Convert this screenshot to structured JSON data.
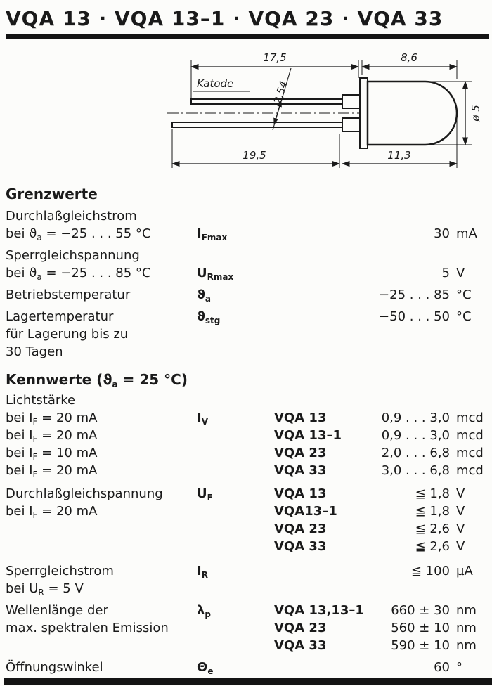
{
  "title": "VQA 13 · VQA 13–1 · VQA 23 · VQA 33",
  "drawing": {
    "katode": "Katode",
    "dim_top_lead": "17,5",
    "dim_body_width": "8,6",
    "dim_lead_pitch": "2,54",
    "dim_bottom_lead": "19,5",
    "dim_body_length": "11,3",
    "dim_diameter": "ø 5"
  },
  "grenzwerte": {
    "heading": "Grenzwerte",
    "rows": [
      {
        "lines": [
          {
            "pre": "Durchlaßgleichstrom"
          },
          {
            "pre": "bei ϑ",
            "sub": "a",
            "post": " = −25 . . . 55 °C"
          }
        ],
        "sym": {
          "main": "I",
          "sub": "Fmax"
        },
        "val": "30",
        "unit": "mA"
      },
      {
        "lines": [
          {
            "pre": "Sperrgleichspannung"
          },
          {
            "pre": "bei ϑ",
            "sub": "a",
            "post": " = −25 . . . 85 °C"
          }
        ],
        "sym": {
          "main": "U",
          "sub": "Rmax"
        },
        "val": "5",
        "unit": "V"
      },
      {
        "lines": [
          {
            "pre": "Betriebstemperatur"
          }
        ],
        "sym": {
          "main": "ϑ",
          "sub": "a"
        },
        "val": "−25 . . . 85",
        "unit": "°C"
      },
      {
        "lines": [
          {
            "pre": "Lagertemperatur"
          },
          {
            "pre": "für Lagerung bis zu"
          },
          {
            "pre": "30 Tagen"
          }
        ],
        "sym": {
          "main": "ϑ",
          "sub": "stg"
        },
        "val": "−50 . . . 50",
        "unit": "°C"
      }
    ]
  },
  "kennwerte": {
    "heading": {
      "pre": "Kennwerte (ϑ",
      "sub": "a",
      "post": " = 25 °C)"
    },
    "lichtstaerke": {
      "title": "Lichtstärke",
      "sym": {
        "main": "I",
        "sub": "V"
      },
      "rows": [
        {
          "cond": {
            "pre": "bei I",
            "sub": "F",
            "post": " = 20 mA"
          },
          "variant": "VQA 13",
          "val": "0,9 . . . 3,0",
          "unit": "mcd"
        },
        {
          "cond": {
            "pre": "bei I",
            "sub": "F",
            "post": " = 20 mA"
          },
          "variant": "VQA 13–1",
          "val": "0,9 . . . 3,0",
          "unit": "mcd"
        },
        {
          "cond": {
            "pre": "bei I",
            "sub": "F",
            "post": " = 10 mA"
          },
          "variant": "VQA 23",
          "val": "2,0 . . . 6,8",
          "unit": "mcd"
        },
        {
          "cond": {
            "pre": "bei I",
            "sub": "F",
            "post": " = 20 mA"
          },
          "variant": "VQA 33",
          "val": "3,0 . . . 6,8",
          "unit": "mcd"
        }
      ]
    },
    "durchlass": {
      "lines": [
        {
          "pre": "Durchlaßgleichspannung"
        },
        {
          "pre": "bei I",
          "sub": "F",
          "post": " = 20 mA"
        }
      ],
      "sym": {
        "main": "U",
        "sub": "F"
      },
      "rows": [
        {
          "variant": "VQA 13",
          "val": "≦ 1,8",
          "unit": "V"
        },
        {
          "variant": "VQA13–1",
          "val": "≦ 1,8",
          "unit": "V"
        },
        {
          "variant": "VQA 23",
          "val": "≦ 2,6",
          "unit": "V"
        },
        {
          "variant": "VQA 33",
          "val": "≦ 2,6",
          "unit": "V"
        }
      ]
    },
    "sperr": {
      "lines": [
        {
          "pre": "Sperrgleichstrom"
        },
        {
          "pre": "bei U",
          "sub": "R",
          "post": " = 5 V"
        }
      ],
      "sym": {
        "main": "I",
        "sub": "R"
      },
      "val": "≦ 100",
      "unit": "µA"
    },
    "wellenlaenge": {
      "lines": [
        {
          "pre": "Wellenlänge der"
        },
        {
          "pre": "max. spektralen Emission"
        }
      ],
      "sym": {
        "main": "λ",
        "sub": "p"
      },
      "rows": [
        {
          "variant": "VQA 13,13–1",
          "val": "660 ± 30",
          "unit": "nm"
        },
        {
          "variant": "VQA 23",
          "val": "560 ± 10",
          "unit": "nm"
        },
        {
          "variant": "VQA 33",
          "val": "590 ± 10",
          "unit": "nm"
        }
      ]
    },
    "oeffnungswinkel": {
      "lines": [
        {
          "pre": "Öffnungswinkel"
        }
      ],
      "sym": {
        "main": "Θ",
        "sub": "e"
      },
      "val": "60",
      "unit": "°"
    }
  }
}
